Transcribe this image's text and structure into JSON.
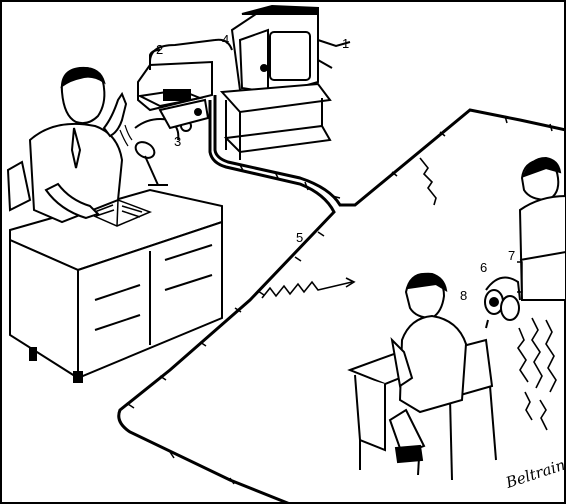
{
  "labels": {
    "n1": "1",
    "n2": "2",
    "n3": "3",
    "n4": "4",
    "n5": "5",
    "n6": "6",
    "n7": "7",
    "n8": "8"
  },
  "signature": "Beltrain",
  "colors": {
    "ink": "#000000",
    "paper": "#ffffff"
  }
}
